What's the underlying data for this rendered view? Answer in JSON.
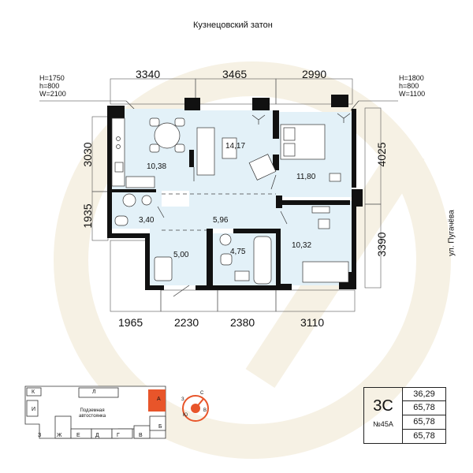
{
  "header": {
    "title": "Кузнецовский затон"
  },
  "street": "ул. Пугачёва",
  "windows": {
    "left": {
      "line1": "H=1750",
      "line2": "h=800",
      "line3": "W=2100"
    },
    "right": {
      "line1": "H=1800",
      "line2": "h=800",
      "line3": "W=1100"
    }
  },
  "dimensions": {
    "top": [
      "3340",
      "3465",
      "2990"
    ],
    "bottom": [
      "1965",
      "2230",
      "2380",
      "3110"
    ],
    "left": [
      "3030",
      "1935"
    ],
    "right": [
      "4025",
      "3390"
    ]
  },
  "rooms": {
    "kitchen": "10,38",
    "living": "14,17",
    "bedroom1": "11,80",
    "bath1": "3,40",
    "hall": "5,96",
    "wardrobe": "5,00",
    "bath2": "4,75",
    "bedroom2": "10,32"
  },
  "keyplan": {
    "sections": [
      "К",
      "Л",
      "А",
      "И",
      "З",
      "Ж",
      "Е",
      "Д",
      "Г",
      "В",
      "Б"
    ],
    "parking_line1": "Подземная",
    "parking_line2": "автостоянка"
  },
  "compass": {
    "n": "С",
    "s": "Ю",
    "e": "В",
    "w": "З"
  },
  "apartment": {
    "type": "3С",
    "number": "№45А",
    "areas": [
      "36,29",
      "65,78",
      "65,78",
      "65,78"
    ]
  },
  "colors": {
    "room_fill": "#e3f1f8",
    "wall": "#111111",
    "accent_orange": "#e8552a",
    "watermark": "#f6f1e4"
  }
}
